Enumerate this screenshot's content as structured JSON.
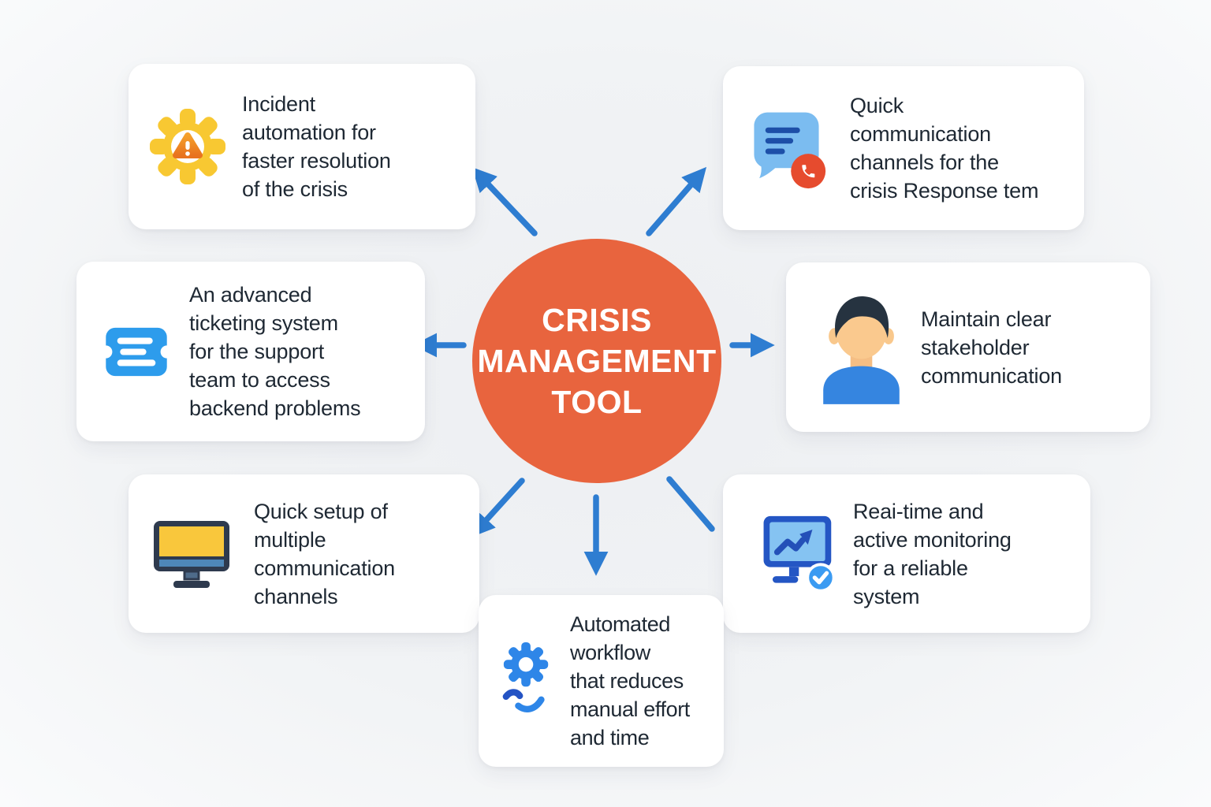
{
  "hub": {
    "title": "CRISIS\nMANAGEMENT\nTOOL",
    "bg_color": "#e8643e",
    "text_color": "#ffffff"
  },
  "arrow_color": "#2e7dd1",
  "card_bg_color": "#ffffff",
  "text_color": "#1e2833",
  "background_color": "#f1f3f5",
  "cards": [
    {
      "id": "incident-automation",
      "icon": "warning-gear-icon",
      "text": "Incident\nautomation for\nfaster resolution\nof the crisis"
    },
    {
      "id": "quick-communication",
      "icon": "chat-phone-icon",
      "text": "Quick\ncommunication\nchannels for the\ncrisis Response tem"
    },
    {
      "id": "ticketing-system",
      "icon": "ticket-icon",
      "text": "An advanced\nticketing system\nfor the support\nteam to access\nbackend problems"
    },
    {
      "id": "stakeholder-communication",
      "icon": "person-icon",
      "text": "Maintain clear\nstakeholder\ncommunication"
    },
    {
      "id": "multi-channel-setup",
      "icon": "monitor-icon",
      "text": "Quick setup of\nmultiple\ncommunication\nchannels"
    },
    {
      "id": "realtime-monitoring",
      "icon": "monitor-chart-icon",
      "text": "Reai-time and\nactive monitoring\nfor a reliable\nsystem"
    },
    {
      "id": "automated-workflow",
      "icon": "workflow-gear-icon",
      "text": "Automated\nworkflow\nthat reduces\nmanual effort\nand time"
    }
  ],
  "icon_colors": {
    "gear_yellow": "#f8c832",
    "triangle_orange": "#ed7d23",
    "bubble_light_blue": "#7bbcf0",
    "bubble_line_blue": "#1d4fa8",
    "phone_red": "#e64b2e",
    "ticket_blue": "#2d9cec",
    "monitor_navy": "#2e3a4e",
    "screen_yellow": "#f9c73c",
    "band_blue": "#4e87b8",
    "skin_tan": "#fac98e",
    "hair_dark": "#263340",
    "shirt_blue": "#3585e0",
    "frame_royal_blue": "#2456c4",
    "screen_light_blue": "#85c3f2",
    "check_blue": "#3b9bf2",
    "workflow_blue": "#2e86e8",
    "squiggle_dark_blue": "#2453c4"
  }
}
